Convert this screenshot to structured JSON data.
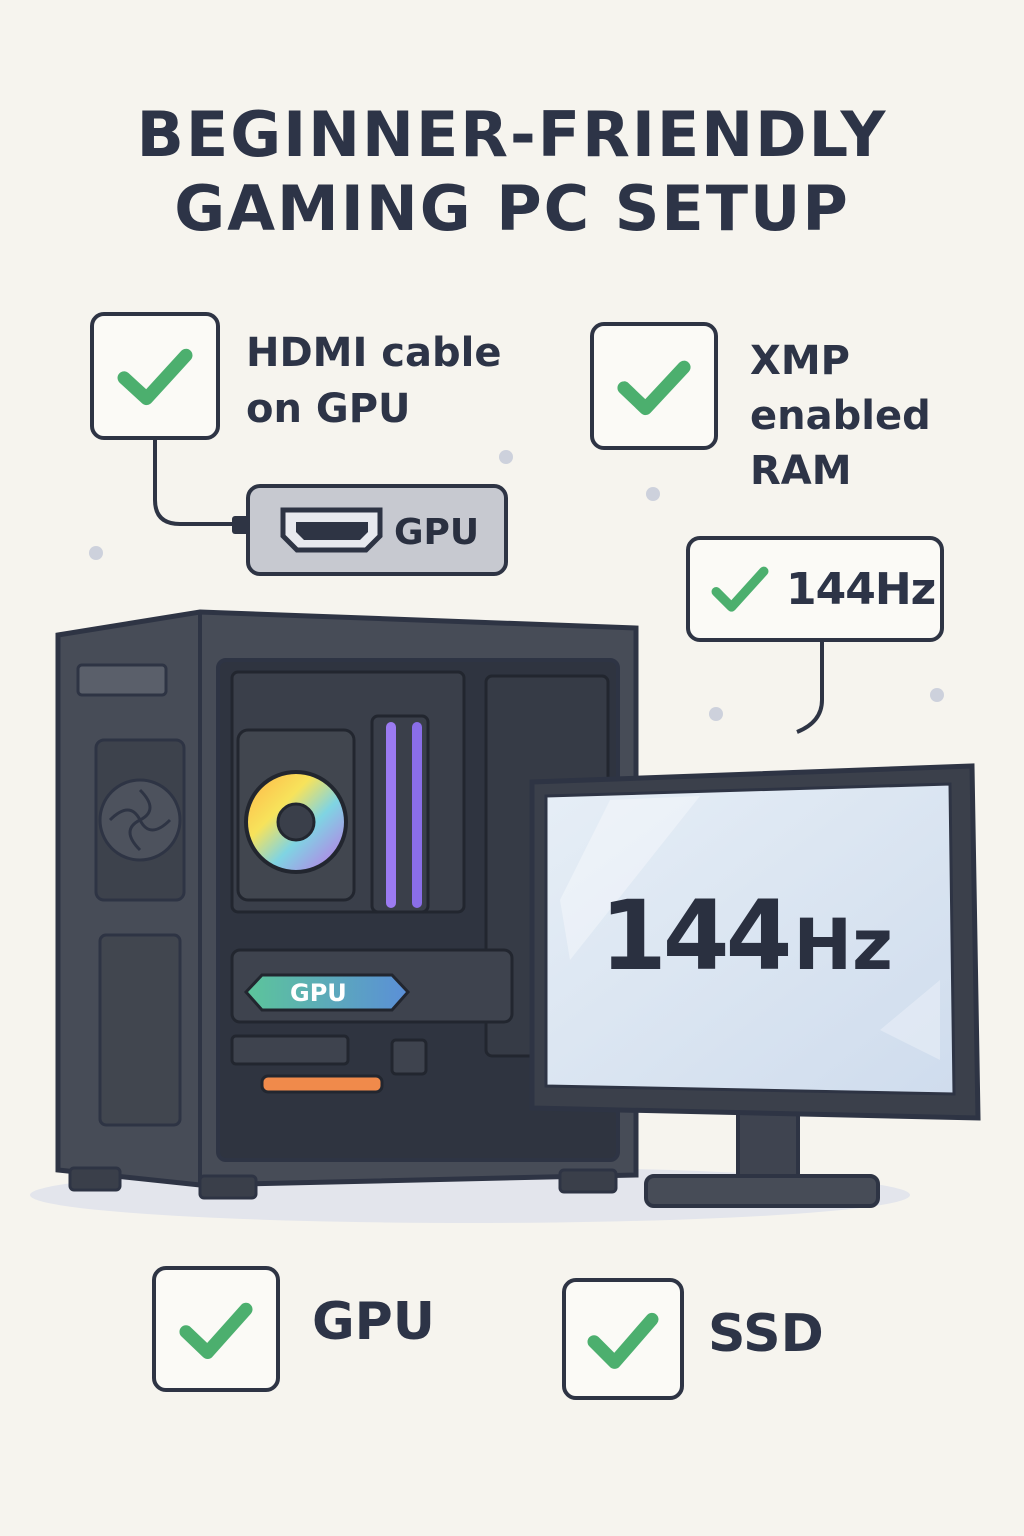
{
  "title": {
    "line1": "BEGINNER-FRIENDLY",
    "line2": "GAMING PC SETUP"
  },
  "checklist": {
    "hdmi": {
      "line1": "HDMI cable",
      "line2": "on GPU",
      "checked": true
    },
    "xmp": {
      "line1": "XMP",
      "line2": "enabled",
      "line3": "RAM",
      "checked": true
    },
    "refresh": {
      "label": "144Hz",
      "checked": true
    },
    "gpu": {
      "label": "GPU",
      "checked": true
    },
    "ssd": {
      "label": "SSD",
      "checked": true
    }
  },
  "gpu_port": {
    "label": "GPU"
  },
  "gpu_card": {
    "label": "GPU"
  },
  "monitor": {
    "value": "144",
    "unit": "Hz"
  },
  "colors": {
    "check": "#4caf6e",
    "outline": "#2e3444",
    "background": "#f6f4ee",
    "screen": "#dde7f2",
    "case": "#4a4f5a"
  }
}
